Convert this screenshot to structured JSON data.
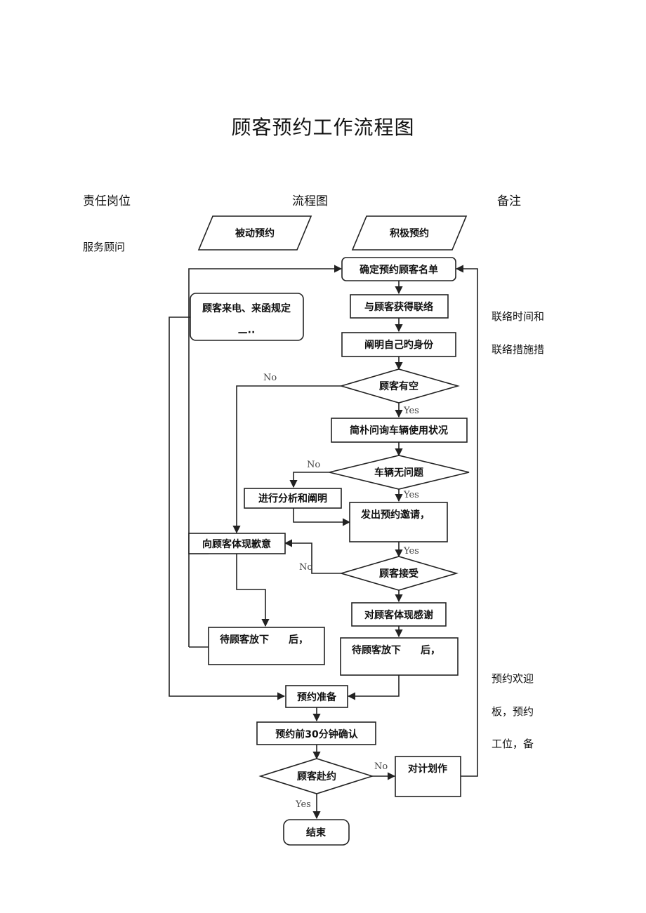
{
  "title": "顾客预约工作流程图",
  "headers": {
    "role": "责任岗位",
    "flow": "流程图",
    "notes": "备注"
  },
  "role": "服务顾问",
  "notes": {
    "contact_1": "联络时间和",
    "contact_2": "联络措施措",
    "prep_1": "预约欢迎",
    "prep_2": "板，预约",
    "prep_3": "工位，备"
  },
  "nodes": {
    "passive": "被动预约",
    "active": "积极预约",
    "confirm_list": "确定预约顾客名单",
    "customer_call": "顾客来电、来函规定",
    "customer_call_cut": "—··",
    "contact": "与顾客获得联络",
    "identify": "阐明自己旳身份",
    "available": "顾客有空",
    "ask_vehicle": "简朴问询车辆使用状况",
    "vehicle_ok": "车辆无问题",
    "analyze": "进行分析和阐明",
    "invite": "发出预约邀请，",
    "apology": "向顾客体现歉意",
    "accept": "顾客接受",
    "thanks": "对顾客体现感谢",
    "wait_left": "待顾客放下　　后，",
    "wait_right": "待顾客放下　　后，",
    "prepare": "预约准备",
    "confirm30": "预约前30分钟确认",
    "arrive": "顾客赴约",
    "plan": "对计划作",
    "end": "结束"
  },
  "edges": {
    "yes": "Yes",
    "no": "No"
  }
}
